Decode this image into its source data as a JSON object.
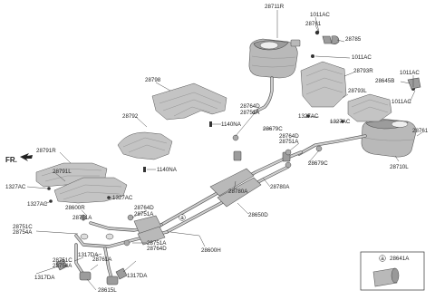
{
  "labels": {
    "l28711R": "28711R",
    "l1011AC_a": "1011AC",
    "l28761_a": "28761",
    "l28785": "28785",
    "l1011AC_b": "1011AC",
    "l28798": "28798",
    "l28792": "28792",
    "l28793R": "28793R",
    "l1011AC_c": "1011AC",
    "l28645B": "28645B",
    "l28793L": "28793L",
    "l1011AC_d": "1011AC",
    "l1327AC_a": "1327AC",
    "l1327AC_b": "1327AC",
    "l1140NA_a": "1140NA",
    "l28764D_a": "28764D",
    "l28751A_a": "28751A",
    "l28679C_a": "28679C",
    "l28764D_b": "28764D",
    "l28751A_b": "28751A",
    "l28761_b": "28761",
    "l28679C_b": "28679C",
    "l28710L": "28710L",
    "l28791R": "28791R",
    "l1140NA_b": "1140NA",
    "l28791L": "28791L",
    "l1327AC_c": "1327AC",
    "l1327AC_d": "1327AC",
    "l1327AC_e": "1327AC",
    "l28600R": "28600R",
    "l28761A_a": "28761A",
    "l28764D_c": "28764D",
    "l28751A_c": "28751A",
    "l28780A_a": "28780A",
    "l28780A_b": "28780A",
    "l28650D": "28650D",
    "l28751C_a": "28751C",
    "l28754A_a": "28754A",
    "l28751A_d": "28751A",
    "l28764D_d": "28764D",
    "l28600H": "28600H",
    "l28751C_b": "28751C",
    "l28754A_b": "28754A",
    "l1317DA_a": "1317DA",
    "l28761A_b": "28761A",
    "l1317DA_b": "1317DA",
    "l1317DA_c": "1317DA",
    "l28615L": "28615L",
    "l28641A": "28641A"
  },
  "fr_label": "FR.",
  "callout_a": "a"
}
